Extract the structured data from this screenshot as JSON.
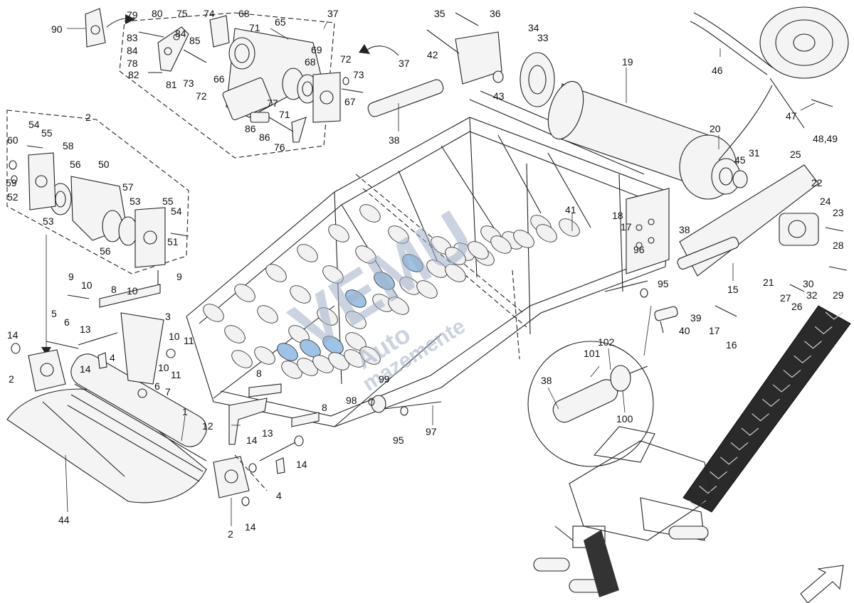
{
  "watermark": {
    "line1": "VEMU",
    "line2": "Auto",
    "line3": "mazemente",
    "color": "#9fb0c6"
  },
  "colors": {
    "stroke": "#222222",
    "background": "#ffffff",
    "highlight_spring": "#9fc3e6",
    "belt_dark": "#222222"
  },
  "callouts": [
    {
      "id": "c90",
      "text": "90"
    },
    {
      "id": "c79",
      "text": "79"
    },
    {
      "id": "c80",
      "text": "80"
    },
    {
      "id": "c75",
      "text": "75"
    },
    {
      "id": "c74",
      "text": "74"
    },
    {
      "id": "c68a",
      "text": "68"
    },
    {
      "id": "c65",
      "text": "65"
    },
    {
      "id": "c37a",
      "text": "37"
    },
    {
      "id": "c83",
      "text": "83"
    },
    {
      "id": "c84a",
      "text": "84"
    },
    {
      "id": "c85",
      "text": "85"
    },
    {
      "id": "c71a",
      "text": "71"
    },
    {
      "id": "c84b",
      "text": "84"
    },
    {
      "id": "c78",
      "text": "78"
    },
    {
      "id": "c82",
      "text": "82"
    },
    {
      "id": "c81",
      "text": "81"
    },
    {
      "id": "c73a",
      "text": "73"
    },
    {
      "id": "c72a",
      "text": "72"
    },
    {
      "id": "c66",
      "text": "66"
    },
    {
      "id": "c69",
      "text": "69"
    },
    {
      "id": "c68b",
      "text": "68"
    },
    {
      "id": "c72b",
      "text": "72"
    },
    {
      "id": "c73b",
      "text": "73"
    },
    {
      "id": "c77",
      "text": "77"
    },
    {
      "id": "c71b",
      "text": "71"
    },
    {
      "id": "c67",
      "text": "67"
    },
    {
      "id": "c86a",
      "text": "86"
    },
    {
      "id": "c86b",
      "text": "86"
    },
    {
      "id": "c76",
      "text": "76"
    },
    {
      "id": "c35",
      "text": "35"
    },
    {
      "id": "c36",
      "text": "36"
    },
    {
      "id": "c34",
      "text": "34"
    },
    {
      "id": "c33",
      "text": "33"
    },
    {
      "id": "c42",
      "text": "42"
    },
    {
      "id": "c37b",
      "text": "37"
    },
    {
      "id": "c43",
      "text": "43"
    },
    {
      "id": "c38a",
      "text": "38"
    },
    {
      "id": "c19",
      "text": "19"
    },
    {
      "id": "c46",
      "text": "46"
    },
    {
      "id": "c47",
      "text": "47"
    },
    {
      "id": "c4849",
      "text": "48,49"
    },
    {
      "id": "c20",
      "text": "20"
    },
    {
      "id": "c45",
      "text": "45"
    },
    {
      "id": "c31",
      "text": "31"
    },
    {
      "id": "c25",
      "text": "25"
    },
    {
      "id": "c22",
      "text": "22"
    },
    {
      "id": "c24",
      "text": "24"
    },
    {
      "id": "c23",
      "text": "23"
    },
    {
      "id": "c28",
      "text": "28"
    },
    {
      "id": "c41",
      "text": "41"
    },
    {
      "id": "c18",
      "text": "18"
    },
    {
      "id": "c17a",
      "text": "17"
    },
    {
      "id": "c38b",
      "text": "38"
    },
    {
      "id": "c96",
      "text": "96"
    },
    {
      "id": "c95a",
      "text": "95"
    },
    {
      "id": "c15",
      "text": "15"
    },
    {
      "id": "c21",
      "text": "21"
    },
    {
      "id": "c30",
      "text": "30"
    },
    {
      "id": "c29",
      "text": "29"
    },
    {
      "id": "c27",
      "text": "27"
    },
    {
      "id": "c26",
      "text": "26"
    },
    {
      "id": "c32",
      "text": "32"
    },
    {
      "id": "c39",
      "text": "39"
    },
    {
      "id": "c40",
      "text": "40"
    },
    {
      "id": "c17b",
      "text": "17"
    },
    {
      "id": "c16",
      "text": "16"
    },
    {
      "id": "c2a",
      "text": "2"
    },
    {
      "id": "c54a",
      "text": "54"
    },
    {
      "id": "c55a",
      "text": "55"
    },
    {
      "id": "c60",
      "text": "60"
    },
    {
      "id": "c58",
      "text": "58"
    },
    {
      "id": "c56a",
      "text": "56"
    },
    {
      "id": "c50",
      "text": "50"
    },
    {
      "id": "c59",
      "text": "59"
    },
    {
      "id": "c57",
      "text": "57"
    },
    {
      "id": "c52",
      "text": "52"
    },
    {
      "id": "c53a",
      "text": "53"
    },
    {
      "id": "c53b",
      "text": "53"
    },
    {
      "id": "c55b",
      "text": "55"
    },
    {
      "id": "c54b",
      "text": "54"
    },
    {
      "id": "c56b",
      "text": "56"
    },
    {
      "id": "c51",
      "text": "51"
    },
    {
      "id": "c9a",
      "text": "9"
    },
    {
      "id": "c9b",
      "text": "9"
    },
    {
      "id": "c10a",
      "text": "10"
    },
    {
      "id": "c8a",
      "text": "8"
    },
    {
      "id": "c10b",
      "text": "10"
    },
    {
      "id": "c3",
      "text": "3"
    },
    {
      "id": "c5",
      "text": "5"
    },
    {
      "id": "c6a",
      "text": "6"
    },
    {
      "id": "c13a",
      "text": "13"
    },
    {
      "id": "c14a",
      "text": "14"
    },
    {
      "id": "c4a",
      "text": "4"
    },
    {
      "id": "c10c",
      "text": "10"
    },
    {
      "id": "c11a",
      "text": "11"
    },
    {
      "id": "c14b",
      "text": "14"
    },
    {
      "id": "c2b",
      "text": "2"
    },
    {
      "id": "c10d",
      "text": "10"
    },
    {
      "id": "c11b",
      "text": "11"
    },
    {
      "id": "c6b",
      "text": "6"
    },
    {
      "id": "c7",
      "text": "7"
    },
    {
      "id": "c8b",
      "text": "8"
    },
    {
      "id": "c1",
      "text": "1"
    },
    {
      "id": "c12",
      "text": "12"
    },
    {
      "id": "c8c",
      "text": "8"
    },
    {
      "id": "c14c",
      "text": "14"
    },
    {
      "id": "c13b",
      "text": "13"
    },
    {
      "id": "c14d",
      "text": "14"
    },
    {
      "id": "c4b",
      "text": "4"
    },
    {
      "id": "c2c",
      "text": "2"
    },
    {
      "id": "c14e",
      "text": "14"
    },
    {
      "id": "c44",
      "text": "44"
    },
    {
      "id": "c99",
      "text": "99"
    },
    {
      "id": "c98",
      "text": "98"
    },
    {
      "id": "c95b",
      "text": "95"
    },
    {
      "id": "c97",
      "text": "97"
    },
    {
      "id": "c102",
      "text": "102"
    },
    {
      "id": "c101",
      "text": "101"
    },
    {
      "id": "c38c",
      "text": "38"
    },
    {
      "id": "c100",
      "text": "100"
    }
  ]
}
